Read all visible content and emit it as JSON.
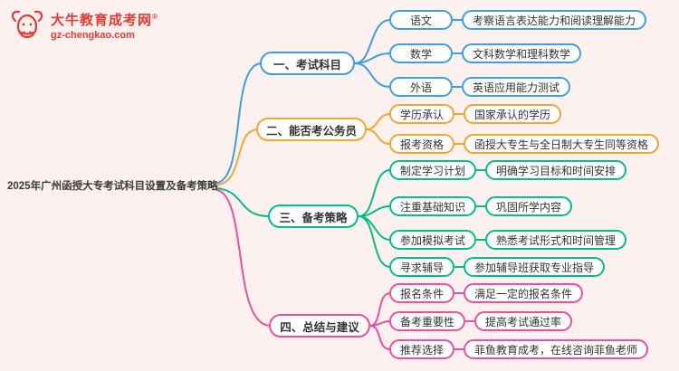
{
  "logo": {
    "site_name": "大牛教育成考网",
    "trademark": "®",
    "domain": "gz-chengkao.com"
  },
  "root": {
    "title": "2025年广州函授大专考试科目设置及备考策略"
  },
  "colors": {
    "blue": "#3d9fe0",
    "orange": "#f0a630",
    "green": "#00bd89",
    "pink": "#ee4e9b",
    "logo_red": "#e23b33",
    "background": "#fdf1ef"
  },
  "branches": [
    {
      "label": "一、考试科目",
      "color": "#3d9fe0",
      "children": [
        {
          "label": "语文",
          "desc": "考察语言表达能力和阅读理解能力"
        },
        {
          "label": "数学",
          "desc": "文科数学和理科数学"
        },
        {
          "label": "外语",
          "desc": "英语应用能力测试"
        }
      ]
    },
    {
      "label": "二、能否考公务员",
      "color": "#f0a630",
      "children": [
        {
          "label": "学历承认",
          "desc": "国家承认的学历"
        },
        {
          "label": "报考资格",
          "desc": "函授大专生与全日制大专生同等资格"
        }
      ]
    },
    {
      "label": "三、备考策略",
      "color": "#00bd89",
      "children": [
        {
          "label": "制定学习计划",
          "desc": "明确学习目标和时间安排"
        },
        {
          "label": "注重基础知识",
          "desc": "巩固所学内容"
        },
        {
          "label": "参加模拟考试",
          "desc": "熟悉考试形式和时间管理"
        },
        {
          "label": "寻求辅导",
          "desc": "参加辅导班获取专业指导"
        }
      ]
    },
    {
      "label": "四、总结与建议",
      "color": "#ee4e9b",
      "children": [
        {
          "label": "报名条件",
          "desc": "满足一定的报名条件"
        },
        {
          "label": "备考重要性",
          "desc": "提高考试通过率"
        },
        {
          "label": "推荐选择",
          "desc": "菲鱼教育成考，在线咨询菲鱼老师"
        }
      ]
    }
  ]
}
